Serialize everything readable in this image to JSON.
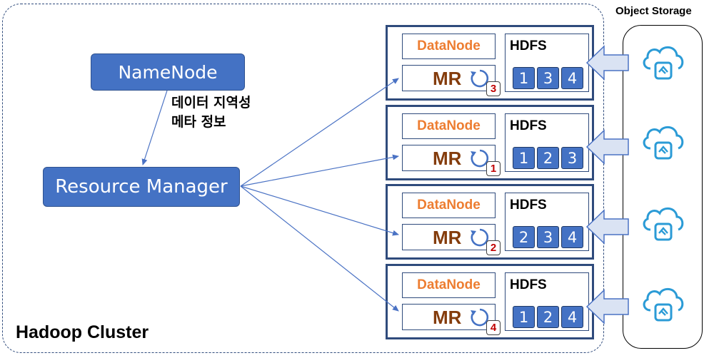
{
  "cluster": {
    "label": "Hadoop Cluster"
  },
  "namenode": {
    "label": "NameNode"
  },
  "resource_manager": {
    "label": "Resource Manager"
  },
  "locality_note": {
    "line1": "데이터 지역성",
    "line2": "메타 정보"
  },
  "object_storage": {
    "title": "Object Storage",
    "icon": "cloud-storage-icon"
  },
  "nodes": [
    {
      "datanode_label": "DataNode",
      "mr_label": "MR",
      "mr_step": "3",
      "hdfs_label": "HDFS",
      "blocks": [
        "1",
        "3",
        "4"
      ]
    },
    {
      "datanode_label": "DataNode",
      "mr_label": "MR",
      "mr_step": "1",
      "hdfs_label": "HDFS",
      "blocks": [
        "1",
        "2",
        "3"
      ]
    },
    {
      "datanode_label": "DataNode",
      "mr_label": "MR",
      "mr_step": "2",
      "hdfs_label": "HDFS",
      "blocks": [
        "2",
        "3",
        "4"
      ]
    },
    {
      "datanode_label": "DataNode",
      "mr_label": "MR",
      "mr_step": "4",
      "hdfs_label": "HDFS",
      "blocks": [
        "1",
        "2",
        "4"
      ]
    }
  ],
  "colors": {
    "box_blue": "#4472C4",
    "border_navy": "#2F4B7C",
    "datanode_orange": "#ED7D31",
    "mr_brown": "#843C0C",
    "cloud_blue": "#2B9BD6",
    "arrow_fill": "#DAE3F3"
  }
}
